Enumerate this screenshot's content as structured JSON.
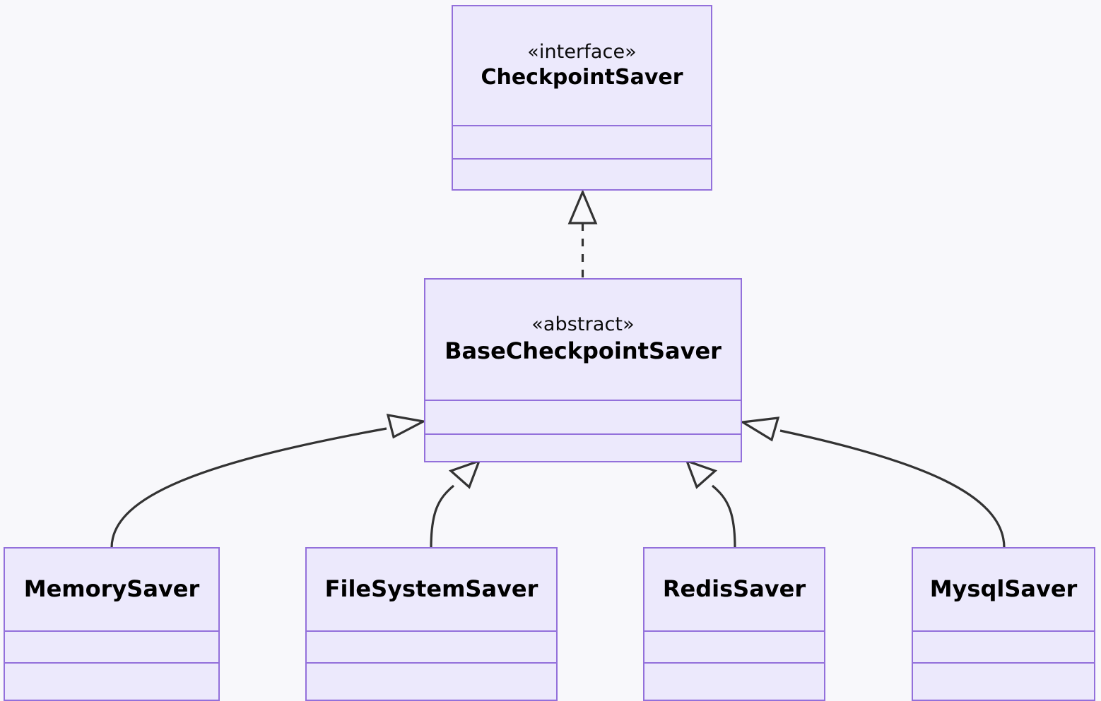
{
  "diagram": {
    "kind": "uml-class-diagram",
    "background_color": "#f8f8fb",
    "node_fill_color": "#ece9fc",
    "node_border_color": "#9370db",
    "edge_color": "#333333",
    "classes": [
      {
        "id": "checkpointsaver",
        "stereotype": "«interface»",
        "name": "CheckpointSaver",
        "attributes": [],
        "methods": []
      },
      {
        "id": "basecheckpointsaver",
        "stereotype": "«abstract»",
        "name": "BaseCheckpointSaver",
        "attributes": [],
        "methods": []
      },
      {
        "id": "memorysaver",
        "stereotype": "",
        "name": "MemorySaver",
        "attributes": [],
        "methods": []
      },
      {
        "id": "filesystemsaver",
        "stereotype": "",
        "name": "FileSystemSaver",
        "attributes": [],
        "methods": []
      },
      {
        "id": "redissaver",
        "stereotype": "",
        "name": "RedisSaver",
        "attributes": [],
        "methods": []
      },
      {
        "id": "mysqlsaver",
        "stereotype": "",
        "name": "MysqlSaver",
        "attributes": [],
        "methods": []
      }
    ],
    "relationships": [
      {
        "from": "basecheckpointsaver",
        "to": "checkpointsaver",
        "type": "realization",
        "line": "dashed",
        "arrow": "hollow-triangle"
      },
      {
        "from": "memorysaver",
        "to": "basecheckpointsaver",
        "type": "inheritance",
        "line": "solid",
        "arrow": "hollow-triangle"
      },
      {
        "from": "filesystemsaver",
        "to": "basecheckpointsaver",
        "type": "inheritance",
        "line": "solid",
        "arrow": "hollow-triangle"
      },
      {
        "from": "redissaver",
        "to": "basecheckpointsaver",
        "type": "inheritance",
        "line": "solid",
        "arrow": "hollow-triangle"
      },
      {
        "from": "mysqlsaver",
        "to": "basecheckpointsaver",
        "type": "inheritance",
        "line": "solid",
        "arrow": "hollow-triangle"
      }
    ]
  }
}
